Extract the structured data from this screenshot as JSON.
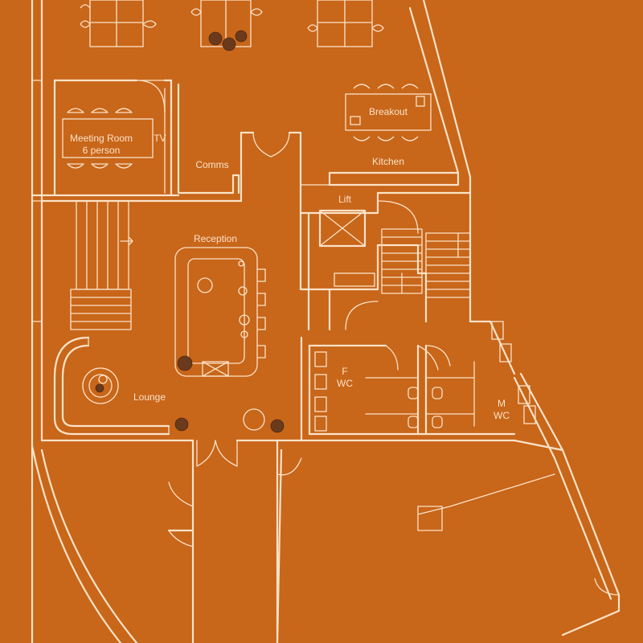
{
  "colors": {
    "background": "#c8661a",
    "line": "#fbe3c8",
    "plant": "#6b3a1c"
  },
  "rooms": {
    "meeting_line1": "Meeting Room",
    "meeting_line2": "6 person",
    "tv": "TV",
    "comms": "Comms",
    "breakout": "Breakout",
    "kitchen": "Kitchen",
    "lift": "Lift",
    "reception": "Reception",
    "lounge": "Lounge",
    "f_line1": "F",
    "f_line2": "WC",
    "m_line1": "M",
    "m_line2": "WC"
  }
}
